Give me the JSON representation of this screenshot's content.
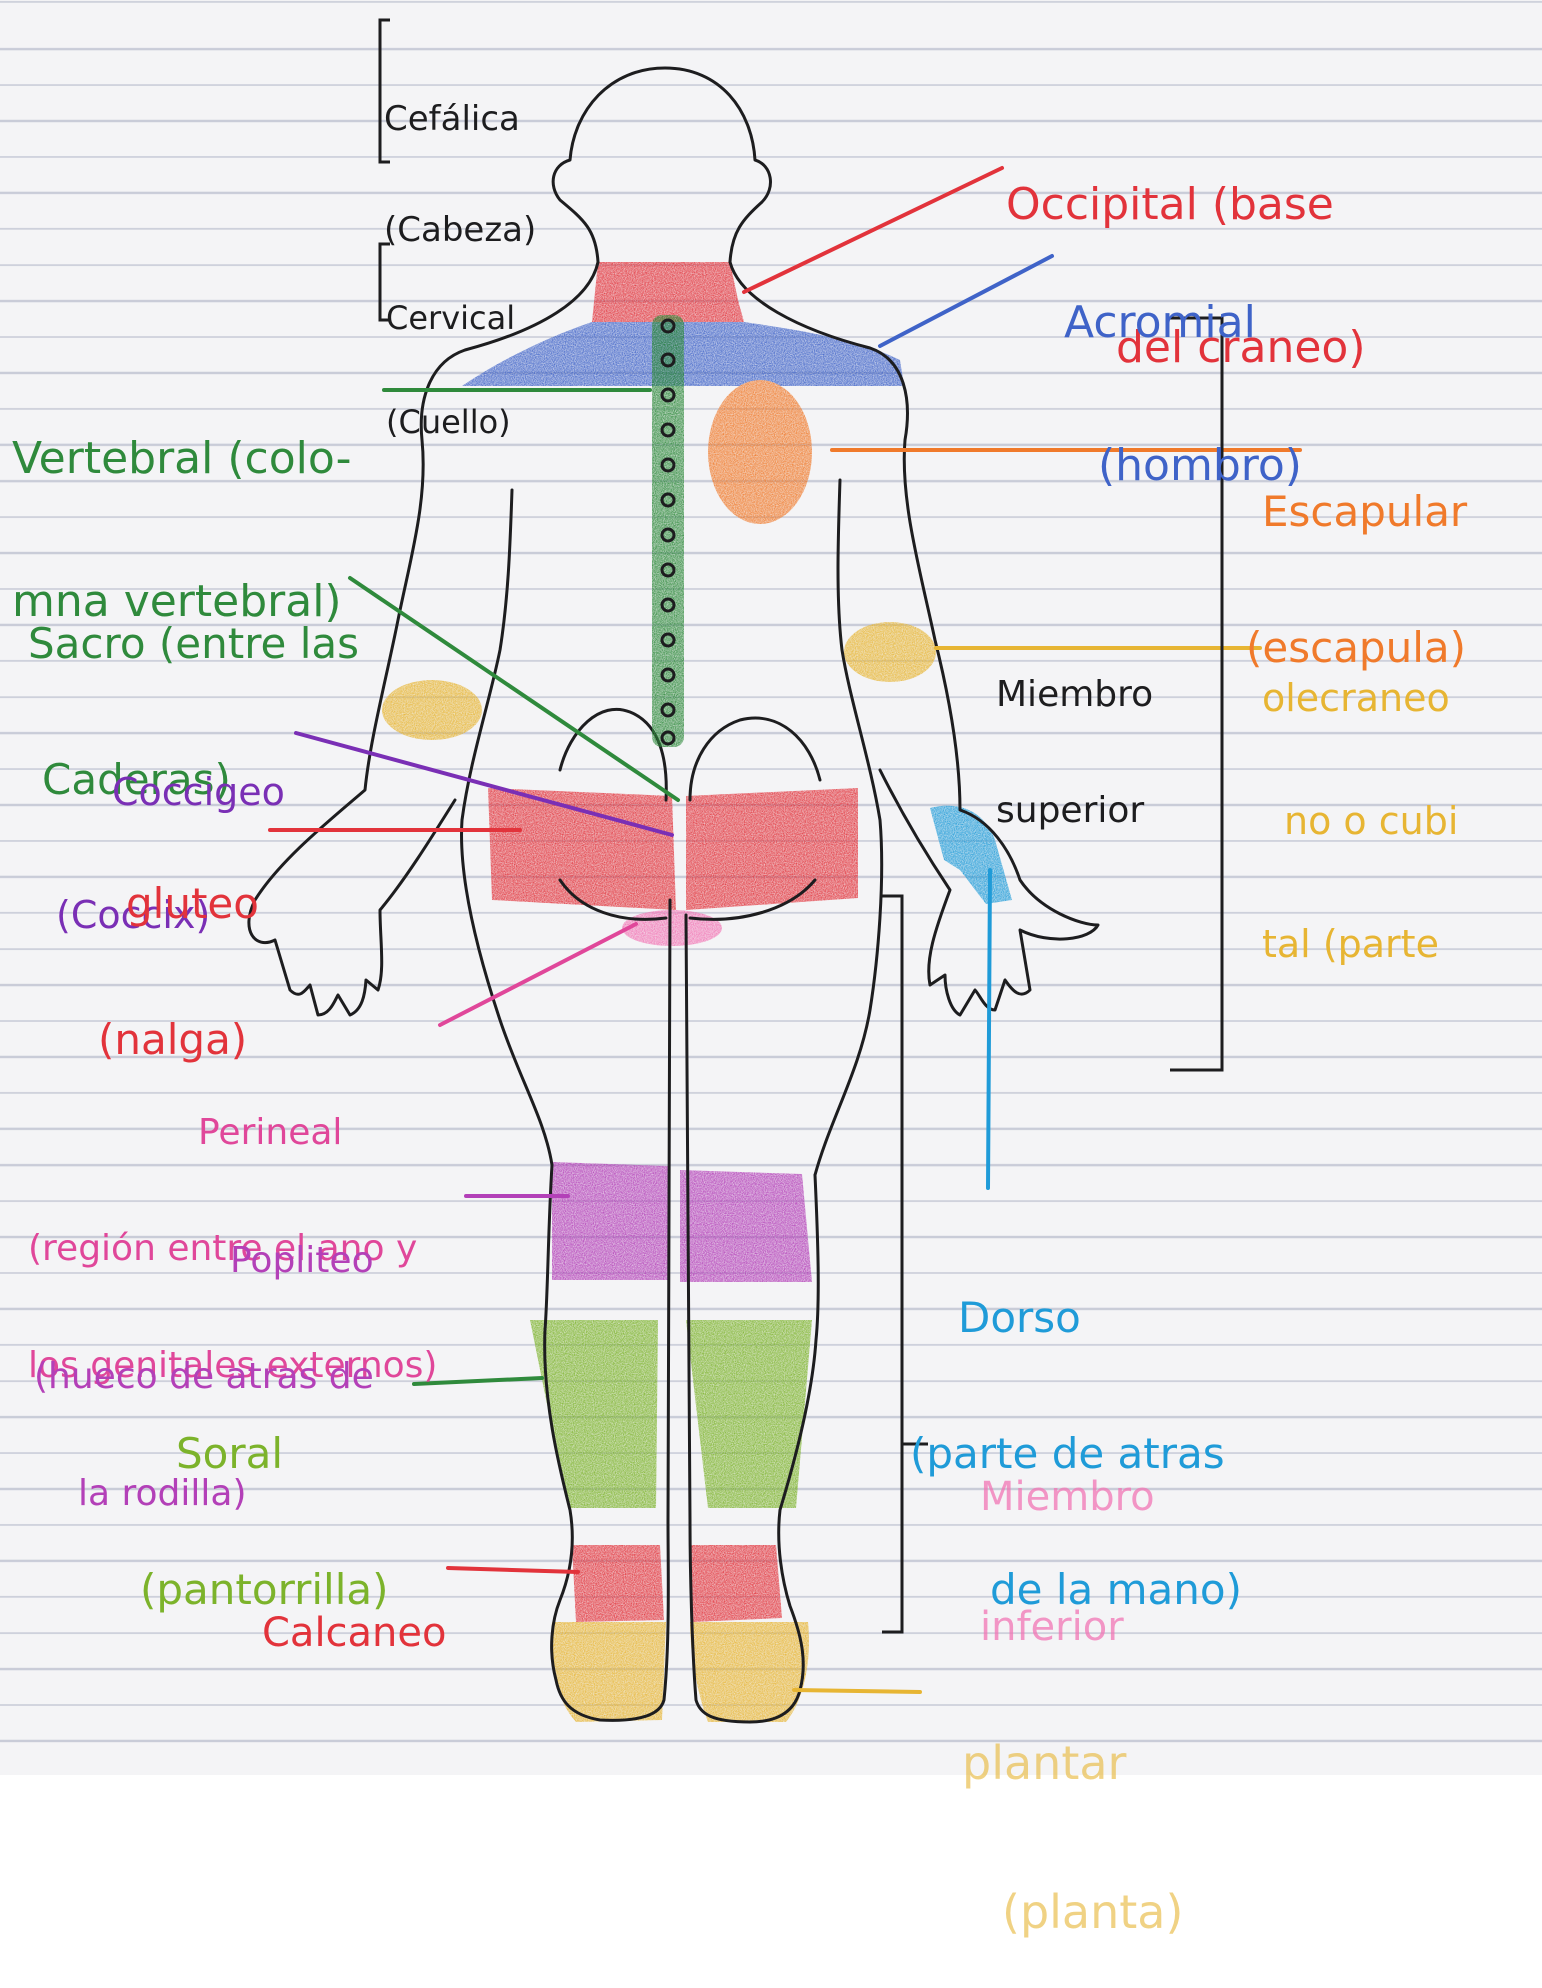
{
  "colors": {
    "black": "#1d1d1f",
    "red": "#e2333b",
    "blue": "#3f63c8",
    "green": "#2f8a3c",
    "orange": "#f07a2b",
    "yellow": "#e7b533",
    "purple": "#7a2fb5",
    "magenta": "#e0479a",
    "violet": "#b340b8",
    "lime": "#7cb32b",
    "cyan": "#1f9bd8",
    "pink": "#f276b5",
    "paper": "#f4f4f6"
  },
  "labels": {
    "cefalica": {
      "line1": "Cefálica",
      "line2": "(Cabeza)"
    },
    "cervical": {
      "line1": "Cervical",
      "line2": "(Cuello)"
    },
    "occipital": {
      "line1": "Occipital (base",
      "line2": "del craneo)"
    },
    "acromial": {
      "line1": "Acromial",
      "line2": "(hombro)"
    },
    "vertebral": {
      "line1": "Vertebral (colo-",
      "line2": "mna vertebral)"
    },
    "escapular": {
      "line1": "Escapular",
      "line2": "(escapula)"
    },
    "sacro": {
      "line1": "Sacro (entre las",
      "line2": "Caderas)"
    },
    "miembro_superior": {
      "line1": "Miembro",
      "line2": "superior"
    },
    "olecranon": {
      "line1": "olecraneo",
      "line2": "no o cubi",
      "line3": "tal (parte"
    },
    "coccigeo": {
      "line1": "Coccigeo",
      "line2": "(Coccix)"
    },
    "gluteo": {
      "line1": "gluteo",
      "line2": "(nalga)"
    },
    "perineal": {
      "line1": "Perineal",
      "line2": "(región entre el ano y",
      "line3": "los genitales externos)"
    },
    "popliteo": {
      "line1": "Popliteo",
      "line2": "(hueco de atras de",
      "line3": "la rodilla)"
    },
    "sural": {
      "line1": "Soral",
      "line2": "(pantorrilla)"
    },
    "dorso": {
      "line1": "Dorso",
      "line2": "(parte de atras",
      "line3": "de la mano)"
    },
    "miembro_inferior": {
      "line1": "Miembro",
      "line2": "inferior"
    },
    "calcaneo": {
      "line1": "Calcaneo"
    },
    "plantar": {
      "line1": "plantar",
      "line2": "(planta)"
    }
  }
}
